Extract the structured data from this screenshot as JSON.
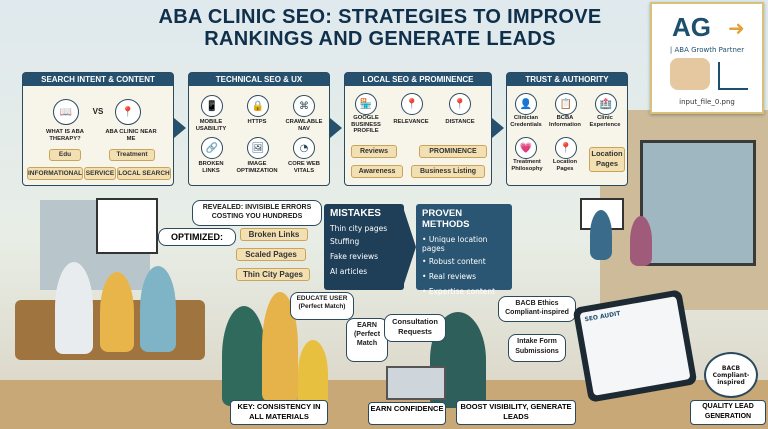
{
  "title": {
    "line1": "ABA CLINIC SEO: STRATEGIES TO IMPROVE",
    "line2": "RANKINGS AND GENERATE LEADS"
  },
  "logo": {
    "mark": "AG",
    "tagline": "| ABA Growth Partner",
    "file": "input_file_0.png"
  },
  "panels": {
    "search_intent": {
      "header": "SEARCH INTENT & CONTENT",
      "left_label": "WHAT IS ABA THERAPY?",
      "vs": "VS",
      "right_label": "ABA CLINIC NEAR ME",
      "tag_edu": "Edu",
      "tag_treatment": "Treatment",
      "tags": [
        "INFORMATIONAL",
        "SERVICE",
        "LOCAL SEARCH"
      ]
    },
    "technical": {
      "header": "TECHNICAL SEO & UX",
      "items": [
        "MOBILE USABILITY",
        "HTTPS",
        "CRAWLABLE NAV",
        "BROKEN LINKS",
        "IMAGE OPTIMIZATION",
        "CORE WEB VITALS"
      ]
    },
    "local": {
      "header": "LOCAL SEO & PROMINENCE",
      "items": [
        "GOOGLE BUSINESS PROFILE",
        "RELEVANCE",
        "DISTANCE"
      ],
      "tags": [
        "Reviews",
        "PROMINENCE",
        "Awareness",
        "Business Listing"
      ]
    },
    "trust": {
      "header": "TRUST & AUTHORITY",
      "items": [
        "Clinician Credentials",
        "BCBA Information",
        "Clinic Experience",
        "Treatment Philosophy",
        "Location Pages"
      ],
      "tag": "Location Pages"
    }
  },
  "middle": {
    "revealed": "REVEALED: INVISIBLE ERRORS COSTING YOU HUNDREDS",
    "optimized": "OPTIMIZED:",
    "optimized_items": [
      "Broken Links",
      "Scaled Pages",
      "Thin City Pages"
    ],
    "mistakes_title": "MISTAKES",
    "mistakes": [
      "Thin city pages",
      "Stuffing",
      "Fake reviews",
      "AI articles"
    ],
    "proven_title": "PROVEN METHODS",
    "proven": [
      "Unique location pages",
      "Robust content",
      "Real reviews",
      "Expertise content"
    ]
  },
  "bottom": {
    "educate": "EDUCATE USER (Perfect Match)",
    "earn": "EARN (Perfect Match",
    "consult": "Consultation Requests",
    "bacb": "BACB Ethics Compliant-inspired",
    "intake": "Intake Form Submissions",
    "key": "KEY: CONSISTENCY IN ALL MATERIALS",
    "earn_conf": "EARN CONFIDENCE",
    "boost": "BOOST VISIBILITY, GENERATE LEADS",
    "badge": "BACB Compliant-inspired",
    "quality": "QUALITY LEAD GENERATION",
    "tablet_title": "SEO AUDIT"
  },
  "colors": {
    "navy": "#25506e",
    "tan": "#f3e0b2",
    "cream": "#f7f4ea"
  }
}
